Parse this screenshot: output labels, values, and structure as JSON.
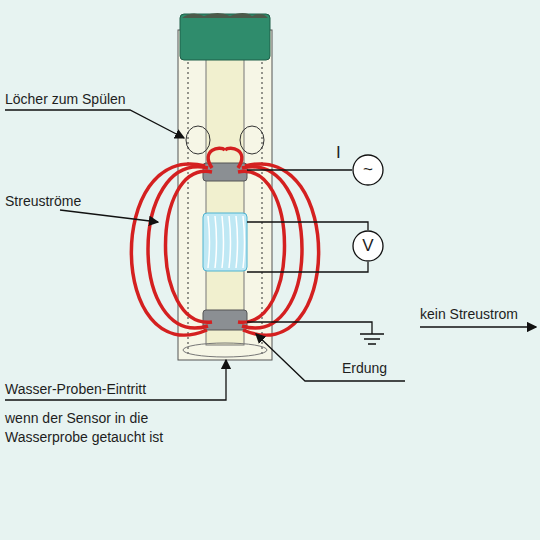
{
  "diagram": {
    "nodes": [
      {
        "text": [
          "~"
        ]
      },
      {
        "text": [
          "V"
        ]
      }
    ],
    "labels": [
      "Löcher zum Spülen",
      "Streuströme",
      "I",
      "Wasser-Proben-Eintritt",
      "wenn der Sensor in die Wasserprobe getaucht ist",
      "kein Streustrom",
      "Erdung"
    ]
  }
}
